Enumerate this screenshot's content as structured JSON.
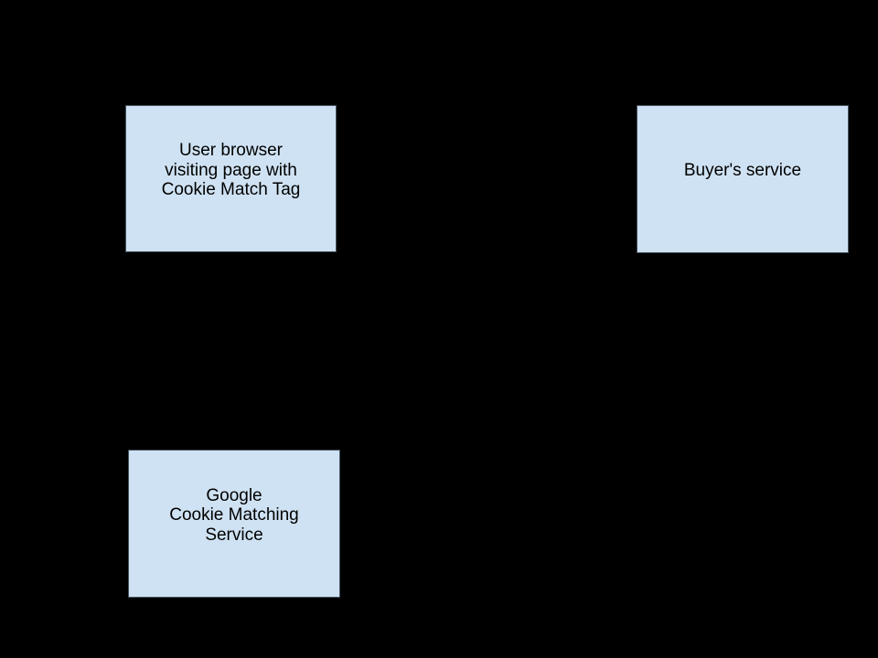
{
  "theme": {
    "background": "#000000",
    "node_fill": "#cfe2f3",
    "node_border": "#45535e",
    "node_text": "#000000"
  },
  "diagram": {
    "nodes": [
      {
        "id": "user-browser",
        "lines": [
          "User browser",
          "visiting page with",
          "Cookie Match Tag"
        ]
      },
      {
        "id": "buyers-service",
        "lines": [
          "Buyer's service"
        ]
      },
      {
        "id": "google-cookie-matching-service",
        "lines": [
          "Google",
          "Cookie Matching",
          "Service"
        ]
      }
    ]
  }
}
